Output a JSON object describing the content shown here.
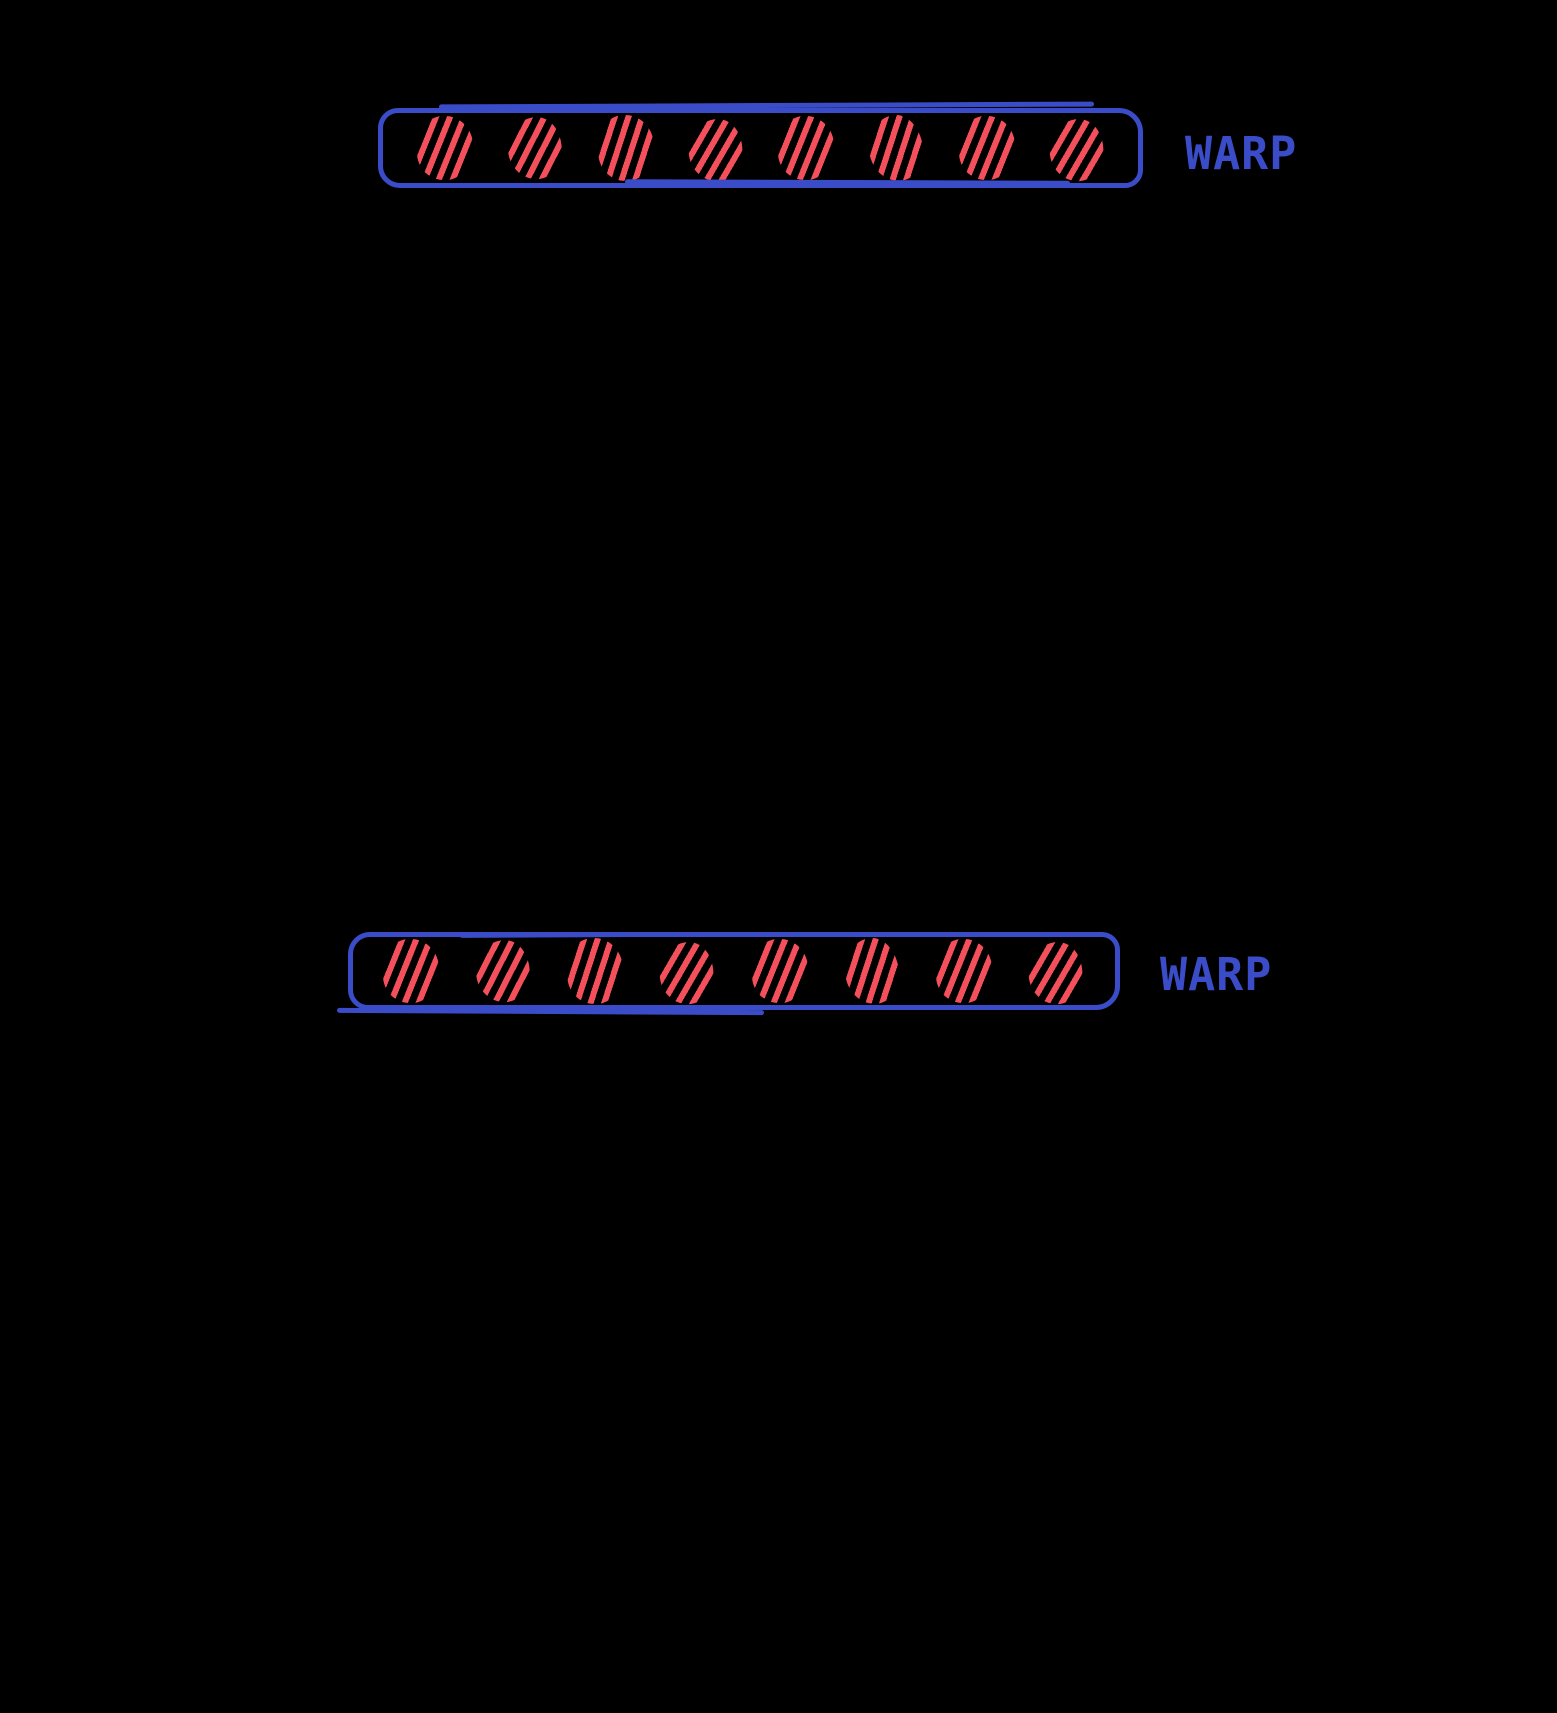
{
  "canvas": {
    "background": "#000000"
  },
  "colors": {
    "warp_blue": "#3b4cc8",
    "thread_red": "#f4505c"
  },
  "icons": {
    "thread": "hatched-circle"
  },
  "warps": [
    {
      "label": "WARP",
      "thread_count": 8
    },
    {
      "label": "WARP",
      "thread_count": 8
    }
  ]
}
